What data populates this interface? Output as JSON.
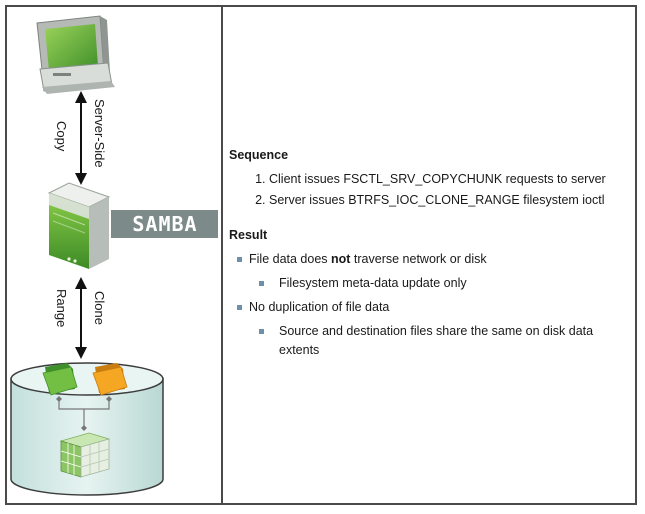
{
  "diagram": {
    "label_server_side": "Server-Side",
    "label_copy": "Copy",
    "label_clone": "Clone",
    "label_range": "Range",
    "samba_logo": "SAMBA"
  },
  "sequence": {
    "title": "Sequence",
    "steps": [
      "Client issues FSCTL_SRV_COPYCHUNK requests to server",
      "Server issues BTRFS_IOC_CLONE_RANGE filesystem ioctl"
    ]
  },
  "result": {
    "title": "Result",
    "item1_pre": "File data does ",
    "item1_bold": "not",
    "item1_post": " traverse network or disk",
    "item1_sub": "Filesystem meta-data update only",
    "item2": "No duplication of file data",
    "item2_sub": "Source and destination files share the same on disk data extents"
  },
  "colors": {
    "border": "#4a4a4a",
    "green": "#6ab04c",
    "orange": "#f5a623",
    "bullet": "#6f8fa8",
    "storage_fill": "#d7ece9"
  }
}
